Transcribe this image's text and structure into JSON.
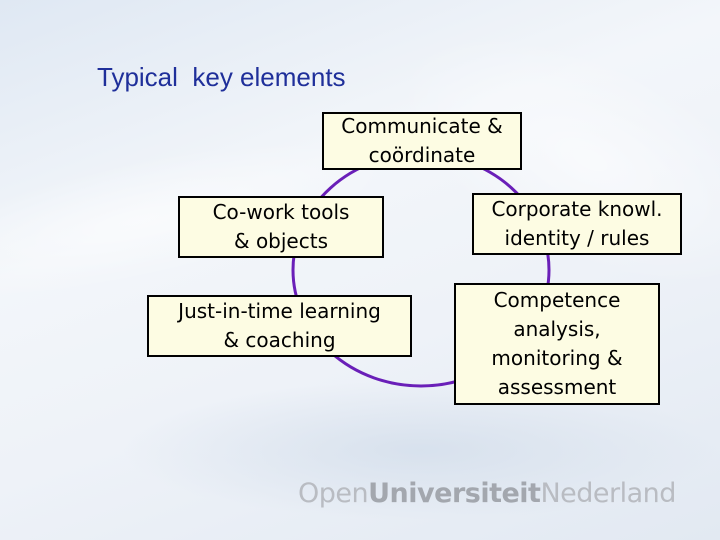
{
  "slide": {
    "title": "Typical  key elements"
  },
  "diagram": {
    "nodes": {
      "communicate": "Communicate &\ncoördinate",
      "cowork": "Co-work tools\n& objects",
      "corporate": "Corporate knowl.\nidentity / rules",
      "jit": "Just-in-time learning\n& coaching",
      "competence": "Competence\nanalysis,\nmonitoring &\nassessment"
    },
    "cycle_color": "#6a1fb8",
    "box_color": "#fdfce3"
  },
  "logo": {
    "part1": "Open",
    "part2": "Universiteit",
    "part3": "Nederland"
  }
}
